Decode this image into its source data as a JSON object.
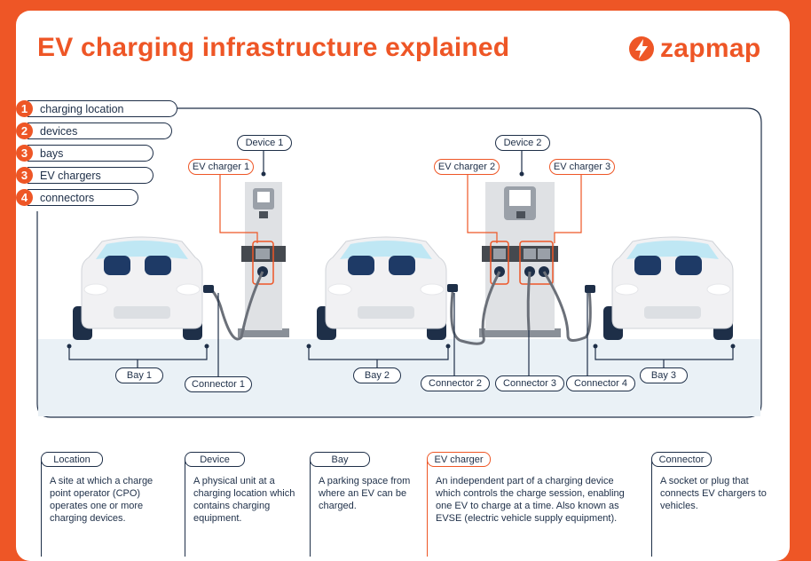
{
  "header": {
    "title": "EV charging infrastructure explained",
    "brand": "zapmap"
  },
  "colors": {
    "accent": "#ee5626",
    "navy": "#1e2f48",
    "ground": "#eaf1f6"
  },
  "legend": [
    {
      "number": "1",
      "label": "charging location"
    },
    {
      "number": "2",
      "label": "devices"
    },
    {
      "number": "3",
      "label": "bays"
    },
    {
      "number": "3",
      "label": "EV chargers"
    },
    {
      "number": "4",
      "label": "connectors"
    }
  ],
  "scene_labels": {
    "device_1": "Device 1",
    "device_2": "Device 2",
    "ev_charger_1": "EV charger 1",
    "ev_charger_2": "EV charger 2",
    "ev_charger_3": "EV charger 3",
    "bay_1": "Bay 1",
    "bay_2": "Bay 2",
    "bay_3": "Bay 3",
    "connector_1": "Connector 1",
    "connector_2": "Connector 2",
    "connector_3": "Connector 3",
    "connector_4": "Connector 4"
  },
  "definitions": [
    {
      "term": "Location",
      "text": "A site at which a charge point operator (CPO) operates one or more charging devices.",
      "highlight": false
    },
    {
      "term": "Device",
      "text": "A physical unit at a charging location which contains charging equipment.",
      "highlight": false
    },
    {
      "term": "Bay",
      "text": "A parking space from where an EV can be charged.",
      "highlight": false
    },
    {
      "term": "EV charger",
      "text": "An independent part of a charging device which controls the charge session, enabling one EV to charge at a time. Also known as EVSE (electric vehicle supply equipment).",
      "highlight": true
    },
    {
      "term": "Connector",
      "text": "A socket or plug that connects EV chargers to vehicles.",
      "highlight": false
    }
  ]
}
